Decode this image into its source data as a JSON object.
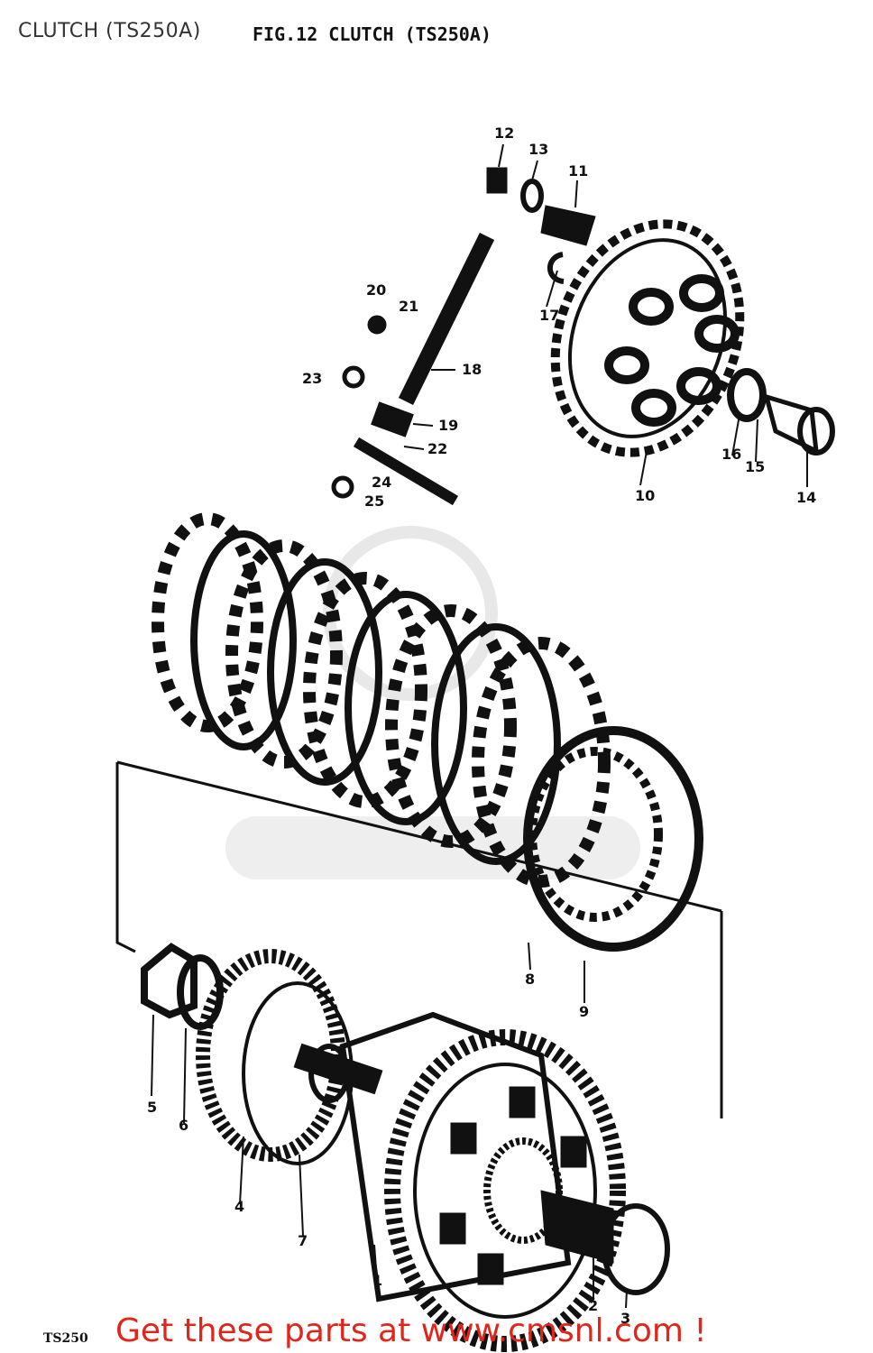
{
  "page_title": "CLUTCH (TS250A)",
  "figure_title": "FIG.12 CLUTCH (TS250A)",
  "model_mark": "TS250",
  "promo_link": "Get these parts at www.cmsnl.com !",
  "watermark_text": "www.cmsnl.com",
  "callouts": [
    "1",
    "2",
    "3",
    "4",
    "5",
    "6",
    "7",
    "8",
    "9",
    "10",
    "11",
    "12",
    "13",
    "14",
    "15",
    "16",
    "17",
    "18",
    "19",
    "20",
    "21",
    "22",
    "23",
    "24",
    "25"
  ],
  "colors": {
    "ink": "#111111",
    "promo": "#e0251b",
    "watermark": "#d0d0d0"
  }
}
